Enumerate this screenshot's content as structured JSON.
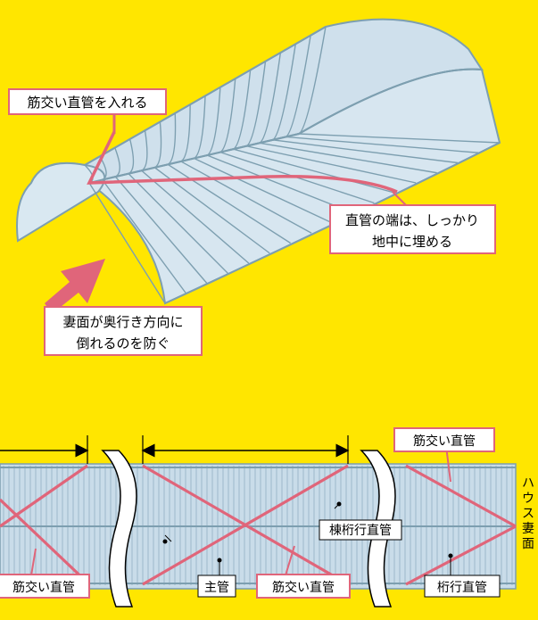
{
  "top": {
    "callouts": {
      "brace": "筋交い直管を入れる",
      "end_line1": "直管の端は、しっかり",
      "end_line2": "地中に埋める",
      "gable_line1": "妻面が奥行き方向に",
      "gable_line2": "倒れるのを防ぐ"
    }
  },
  "bottom": {
    "labels": {
      "brace_top_right": "筋交い直管",
      "brace_bottom_left": "筋交い直管",
      "brace_bottom_mid": "筋交い直管",
      "main_pipe": "主管",
      "ridge_pipe": "棟桁行直管",
      "eave_pipe": "桁行直管",
      "house_gable": "ハウス妻面"
    }
  },
  "colors": {
    "background": "#ffe600",
    "brace": "#e0657a",
    "frame": "#7d9fb0",
    "panel": "#cfe0ec"
  }
}
